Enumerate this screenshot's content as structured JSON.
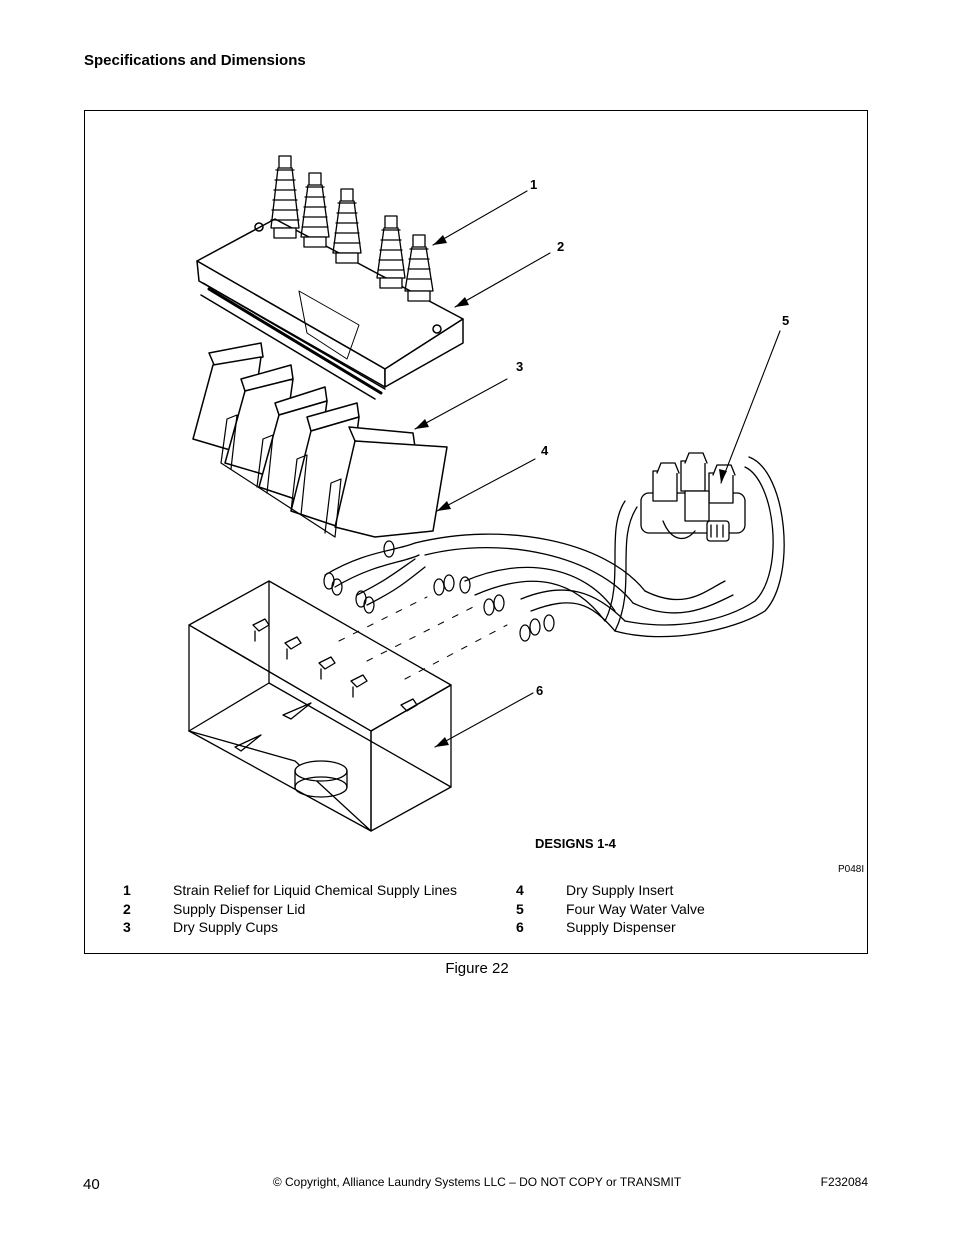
{
  "header": {
    "section_title": "Specifications and Dimensions"
  },
  "figure": {
    "callouts": [
      "1",
      "2",
      "3",
      "4",
      "5",
      "6"
    ],
    "designs_label": "DESIGNS 1-4",
    "art_code": "P048I",
    "legend": [
      {
        "num": "1",
        "label": "Strain Relief for Liquid Chemical Supply Lines"
      },
      {
        "num": "2",
        "label": "Supply Dispenser Lid"
      },
      {
        "num": "3",
        "label": "Dry Supply Cups"
      },
      {
        "num": "4",
        "label": "Dry Supply Insert"
      },
      {
        "num": "5",
        "label": "Four Way Water Valve"
      },
      {
        "num": "6",
        "label": "Supply Dispenser"
      }
    ],
    "caption": "Figure 22"
  },
  "footer": {
    "page_number": "40",
    "copyright": "© Copyright, Alliance Laundry Systems LLC – DO NOT COPY or TRANSMIT",
    "doc_number": "F232084"
  }
}
